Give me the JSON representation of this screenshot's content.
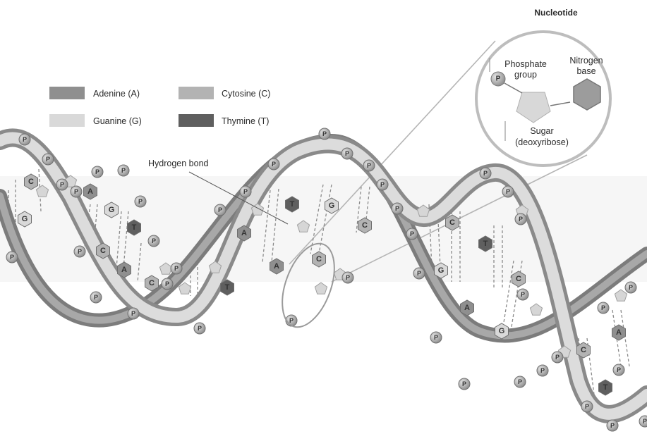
{
  "title": "Nucleotide",
  "legend": [
    {
      "label": "Adenine (A)",
      "color": "#8f8f8f"
    },
    {
      "label": "Cytosine (C)",
      "color": "#b3b3b3"
    },
    {
      "label": "Guanine (G)",
      "color": "#d9d9d9"
    },
    {
      "label": "Thymine (T)",
      "color": "#5f5f5f"
    }
  ],
  "hydrogen_bond_label": "Hydrogen bond",
  "inset": {
    "phosphate_line1": "Phosphate",
    "phosphate_line2": "group",
    "phosphate_symbol": "P",
    "nitrogen_line1": "Nitrogen",
    "nitrogen_line2": "base",
    "sugar_line1": "Sugar",
    "sugar_line2": "(deoxyribose)"
  },
  "phosphate_symbol": "P",
  "base_letters": {
    "adenine": "A",
    "cytosine": "C",
    "guanine": "G",
    "thymine": "T"
  }
}
